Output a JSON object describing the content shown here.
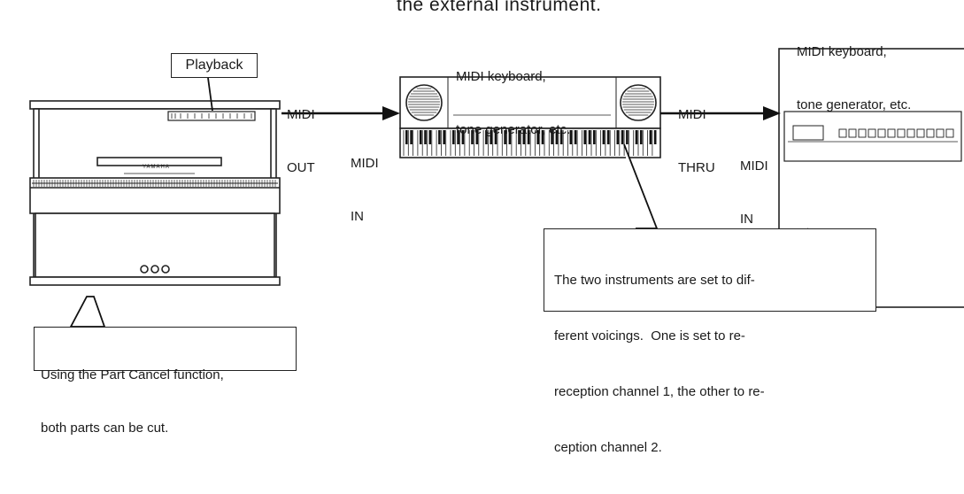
{
  "header_fragment": "the external instrument.",
  "devices": {
    "piano": {
      "playback_label": "Playback",
      "brand": "YAMAHA"
    },
    "keyboard": {
      "label_line1": "MIDI keyboard,",
      "label_line2": "tone generator, etc."
    },
    "tone_generator": {
      "label_line1": "MIDI keyboard,",
      "label_line2": "tone generator, etc."
    }
  },
  "connections": {
    "out_line1": "MIDI",
    "out_line2": "OUT",
    "in1_line1": "MIDI",
    "in1_line2": "IN",
    "thru_line1": "MIDI",
    "thru_line2": "THRU",
    "in2_line1": "MIDI",
    "in2_line2": "IN"
  },
  "callouts": {
    "part_cancel": {
      "line1": "Using the Part Cancel function,",
      "line2": "both parts can be cut."
    },
    "voicings": {
      "line1": "The two instruments are set to dif-",
      "line2": "ferent voicings.  One is set to re-",
      "line3": "reception channel 1, the other to re-",
      "line4": "ception channel 2."
    }
  }
}
